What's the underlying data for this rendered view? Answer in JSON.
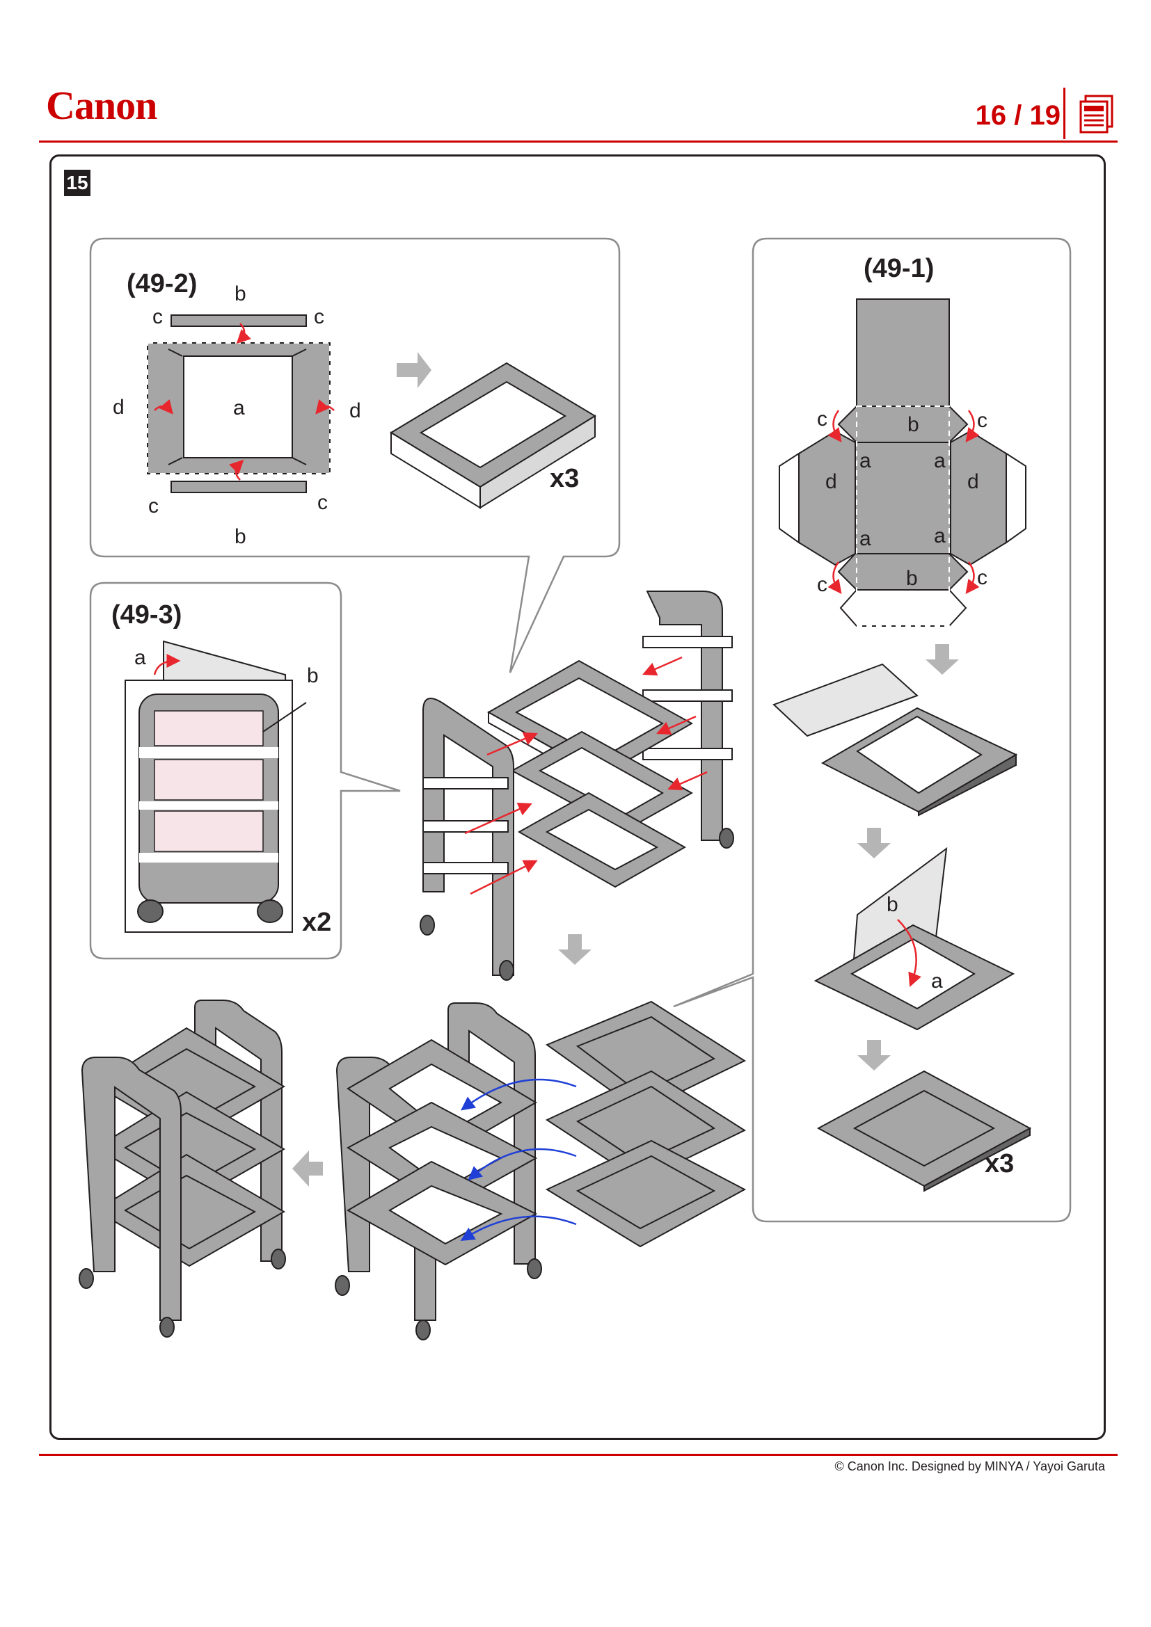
{
  "header": {
    "logo": "Canon",
    "page_indicator": "16 / 19"
  },
  "step": {
    "number": "15"
  },
  "panel_49_2": {
    "title": "(49-2)",
    "labels": {
      "a": "a",
      "b": "b",
      "c": "c",
      "d": "d"
    },
    "multiplier": "x3"
  },
  "panel_49_1": {
    "title": "(49-1)",
    "labels": {
      "a": "a",
      "b": "b",
      "c": "c",
      "d": "d"
    },
    "multiplier": "x3"
  },
  "panel_49_3": {
    "title": "(49-3)",
    "labels": {
      "a": "a",
      "b": "b"
    },
    "multiplier": "x2"
  },
  "footer": {
    "copyright": "© Canon Inc. Designed by MINYA / Yayoi Garuta"
  },
  "colors": {
    "brand": "#cc0000",
    "part_gray": "#a6a6a6",
    "fold_arrow": "#e8262d",
    "insert_arrow": "#1f3fd6"
  }
}
